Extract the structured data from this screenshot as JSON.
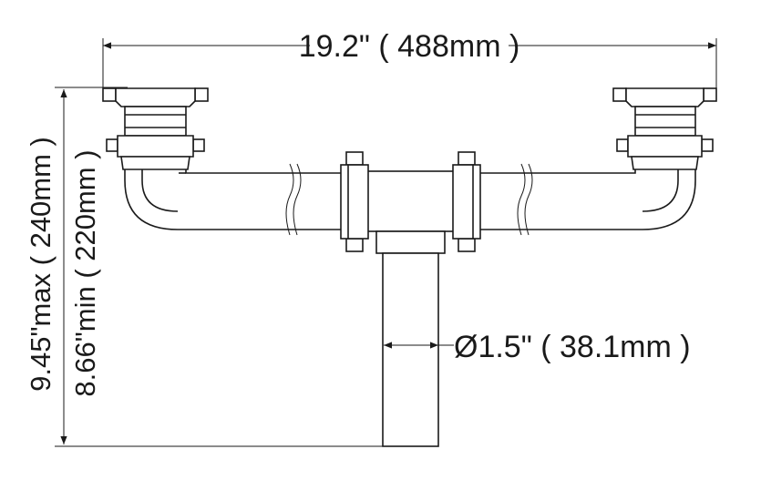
{
  "dimensions": {
    "width_label": "19.2\" ( 488mm )",
    "height_max_label": "9.45\"max ( 240mm )",
    "height_min_label": "8.66\"min ( 220mm )",
    "pipe_diameter_label": "Ø1.5\" ( 38.1mm )"
  },
  "colors": {
    "line": "#1a1a1a",
    "background": "#ffffff"
  }
}
